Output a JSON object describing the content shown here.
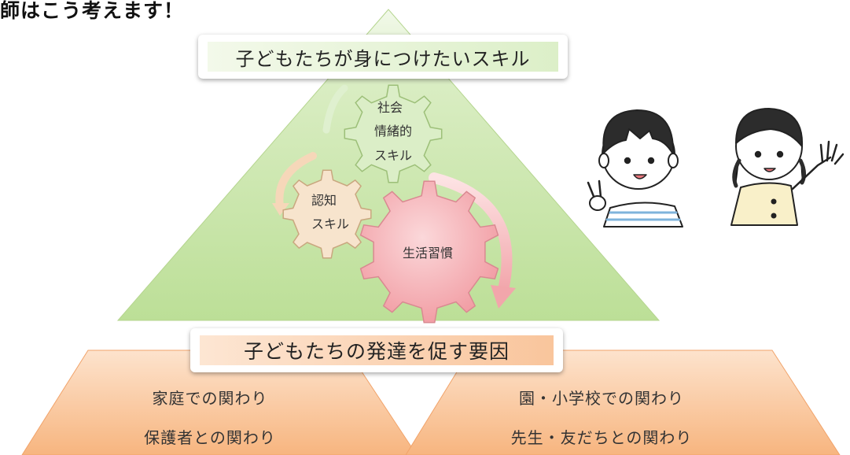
{
  "heading": "師はこう考えます！",
  "top_box": {
    "label": "子どもたちが身につけたいスキル"
  },
  "bottom_box": {
    "label": "子どもたちの発達を促す要因"
  },
  "gears": {
    "social": {
      "line1": "社会",
      "line2": "情緒的",
      "line3": "スキル"
    },
    "cognitive": {
      "line1": "認知",
      "line2": "スキル"
    },
    "habits": {
      "label": "生活習慣"
    }
  },
  "left_base": {
    "line1": "家庭での関わり",
    "line2": "保護者との関わり"
  },
  "right_base": {
    "line1": "園・小学校での関わり",
    "line2": "先生・友だちとの関わり"
  },
  "colors": {
    "triangle": "#cfe7b0",
    "trapezoid": "#f9c08f",
    "gear_beige": "#f7e4cd",
    "gear_green": "#dbeec7",
    "gear_pink": "#f5a7ad",
    "arrow_pink": "#f4b4b8"
  },
  "illustrations": [
    "boy-peace-sign-icon",
    "girl-waving-icon"
  ]
}
